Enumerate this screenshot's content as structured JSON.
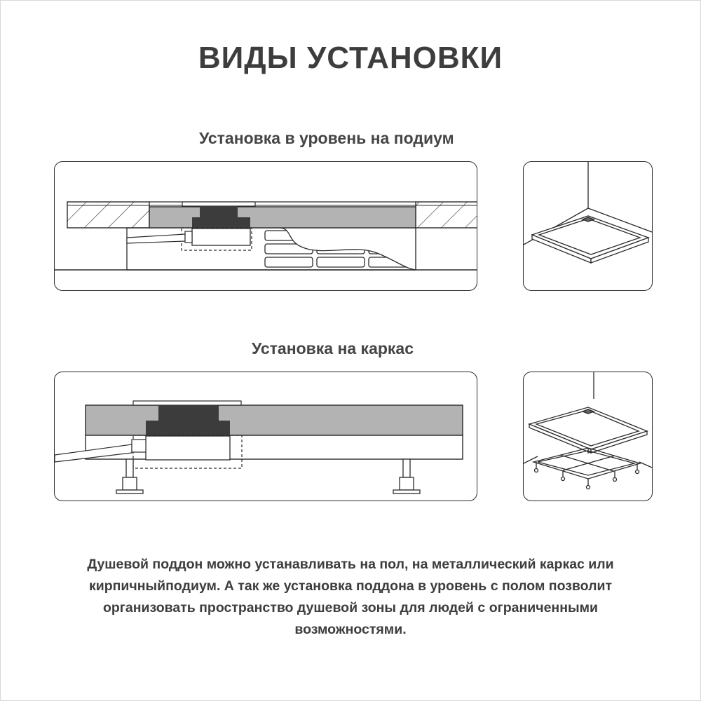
{
  "header": {
    "title": "ВИДЫ УСТАНОВКИ"
  },
  "sections": [
    {
      "title": "Установка в уровень на подиум"
    },
    {
      "title": "Установка на каркас"
    }
  ],
  "description": {
    "lines": [
      "Душевой поддон можно устанавливать на пол, на металлический каркас или",
      "кирпичныйподиум. А так же установка поддона в уровень с полом позволит",
      "организовать пространство душевой зоны для людей с ограниченными",
      "возможностями."
    ]
  },
  "colors": {
    "text": "#3d3d3d",
    "outline": "#2b2b2b",
    "tray_grey": "#b3b3b3",
    "drain_dark": "#3c3c3c"
  }
}
